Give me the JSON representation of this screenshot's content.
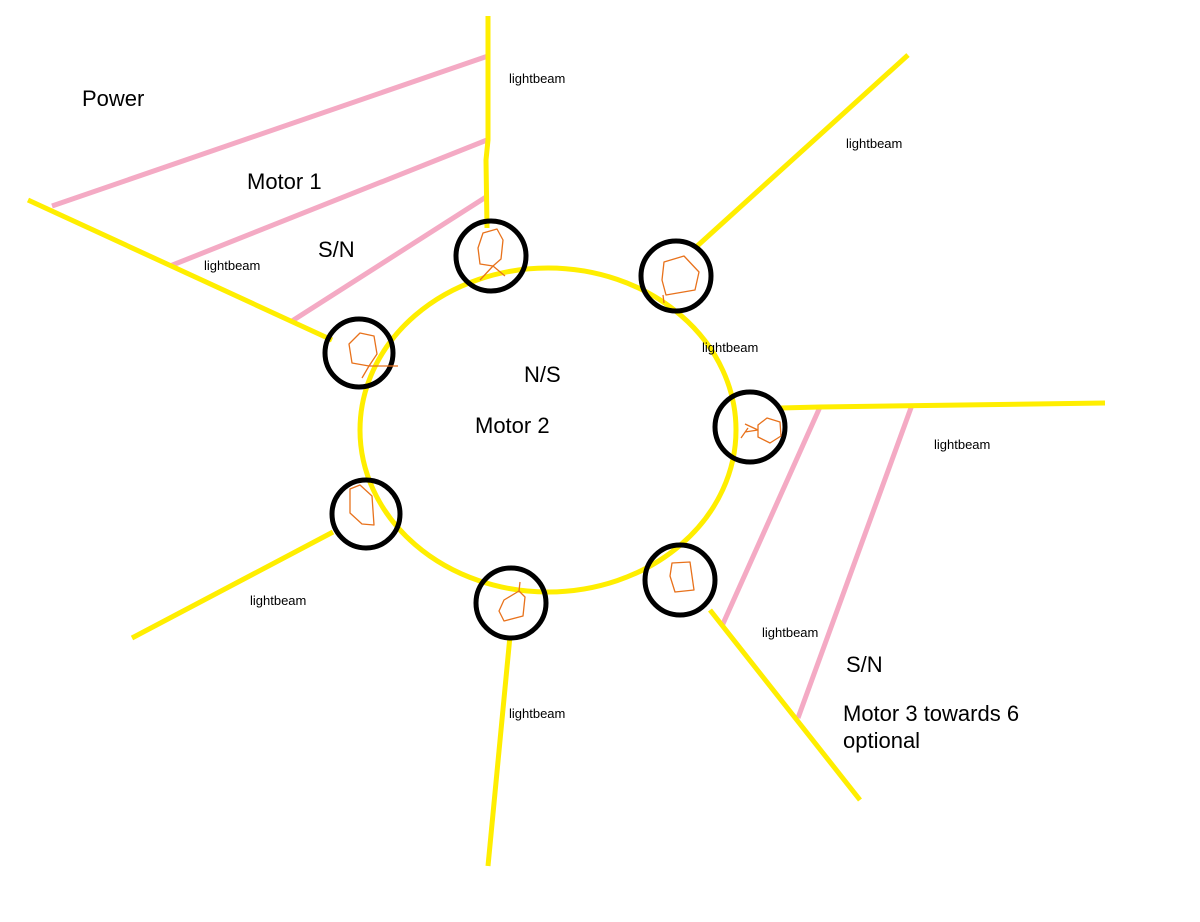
{
  "labels": {
    "power": "Power",
    "motor1": "Motor 1",
    "sn_top": "S/N",
    "ns_center": "N/S",
    "motor2": "Motor 2",
    "sn_bottom": "S/N",
    "motor3_line1": "Motor 3 towards 6",
    "motor3_line2": "optional"
  },
  "beam_label": "lightbeam",
  "colors": {
    "beam": "#ffee00",
    "wire": "#f4aac4",
    "magnet": "#000000",
    "sketch": "#e8721c"
  }
}
